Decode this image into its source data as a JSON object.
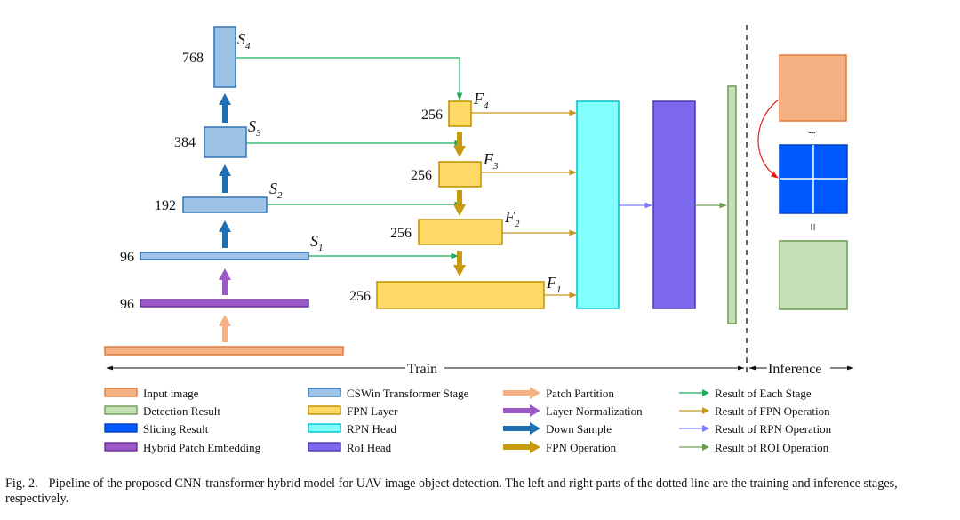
{
  "stages": {
    "s4": {
      "channels": "768",
      "label": "S",
      "sub": "4"
    },
    "s3": {
      "channels": "384",
      "label": "S",
      "sub": "3"
    },
    "s2": {
      "channels": "192",
      "label": "S",
      "sub": "2"
    },
    "s1": {
      "channels": "96",
      "label": "S",
      "sub": "1"
    },
    "embedding": {
      "channels": "96"
    }
  },
  "fpn": {
    "f4": {
      "channels": "256",
      "label": "F",
      "sub": "4"
    },
    "f3": {
      "channels": "256",
      "label": "F",
      "sub": "3"
    },
    "f2": {
      "channels": "256",
      "label": "F",
      "sub": "2"
    },
    "f1": {
      "channels": "256",
      "label": "F",
      "sub": "1"
    }
  },
  "inference_symbols": {
    "plus": "+",
    "equals": "="
  },
  "phases": {
    "train": "Train",
    "inference": "Inference"
  },
  "legend": [
    {
      "label": "Input image",
      "kind": "box",
      "fill": "#f4b183",
      "stroke": "#e07b39"
    },
    {
      "label": "Detection Result",
      "kind": "box",
      "fill": "#c5e0b4",
      "stroke": "#6f9a54"
    },
    {
      "label": "Slicing Result",
      "kind": "box",
      "fill": "#0059ff",
      "stroke": "#0040c0"
    },
    {
      "label": "Hybrid Patch Embedding",
      "kind": "box",
      "fill": "#9b59c8",
      "stroke": "#6b2e98"
    },
    {
      "label": "CSWin Transformer Stage",
      "kind": "box",
      "fill": "#9dc3e6",
      "stroke": "#2e75b6"
    },
    {
      "label": "FPN Layer",
      "kind": "box",
      "fill": "#ffd966",
      "stroke": "#bf9000"
    },
    {
      "label": "RPN Head",
      "kind": "box",
      "fill": "#80ffff",
      "stroke": "#00c0d0"
    },
    {
      "label": "RoI Head",
      "kind": "box",
      "fill": "#7b68ee",
      "stroke": "#4a3cb0"
    },
    {
      "label": "Patch Partition",
      "kind": "fat-arrow",
      "color": "#f4b183"
    },
    {
      "label": "Layer Normalization",
      "kind": "fat-arrow",
      "color": "#9b59c8"
    },
    {
      "label": "Down Sample",
      "kind": "fat-arrow",
      "color": "#1f6fb4"
    },
    {
      "label": "FPN Operation",
      "kind": "fat-arrow",
      "color": "#c89a10"
    },
    {
      "label": "Result of Each Stage",
      "kind": "thin-arrow",
      "color": "#1faa5a"
    },
    {
      "label": "Result of FPN Operation",
      "kind": "thin-arrow",
      "color": "#c8941a"
    },
    {
      "label": "Result of RPN Operation",
      "kind": "thin-arrow",
      "color": "#7b7bff"
    },
    {
      "label": "Result of ROI Operation",
      "kind": "thin-arrow",
      "color": "#6f9a54"
    }
  ],
  "caption": {
    "label": "Fig. 2.",
    "text": "Pipeline of the proposed CNN-transformer hybrid model for UAV image object detection. The left and right parts of the dotted line are the training and inference stages, respectively."
  },
  "colors": {
    "stage_fill": "#9dc3e6",
    "stage_stroke": "#2e75b6",
    "fpn_fill": "#ffd966",
    "fpn_stroke": "#bf9000",
    "rpn_fill": "#80ffff",
    "roi_fill": "#7b68ee",
    "detect_fill": "#c5e0b4",
    "input_fill": "#f4b183",
    "embed_fill": "#9b59c8",
    "slice_fill": "#0059ff"
  }
}
